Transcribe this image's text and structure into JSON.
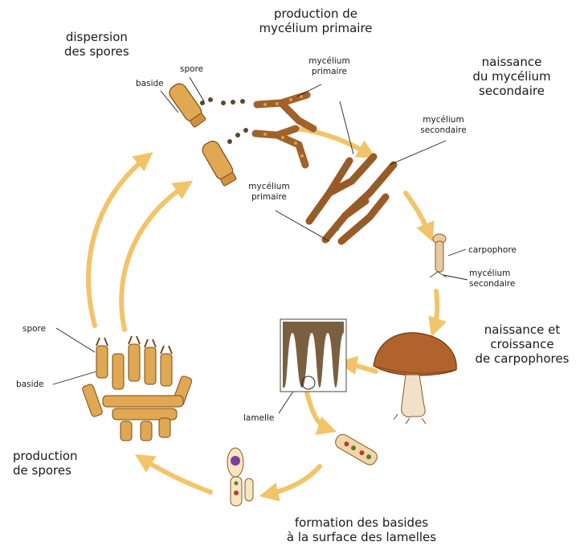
{
  "stages": {
    "dispersion": "dispersion\ndes spores",
    "primary": "production de\nmycélium primaire",
    "secondary": "naissance\ndu mycélium\nsecondaire",
    "carpophore": "naissance et\ncroissance\nde carpophores",
    "basides": "formation des basides\nà la surface des lamelles",
    "spores": "production\nde spores"
  },
  "labels": {
    "spore_top": "spore",
    "baside_top": "baside",
    "myc_primaire_top": "mycélium\nprimaire",
    "myc_primaire_mid": "mycélium\nprimaire",
    "myc_secondaire_top": "mycélium\nsecondaire",
    "carpophore": "carpophore",
    "myc_secondaire_bottom": "mycélium\nsecondaire",
    "lamelle": "lamelle",
    "spore_left": "spore",
    "baside_left": "baside"
  },
  "colors": {
    "arrow": "#f2c46a",
    "fungus": "#d9a14a",
    "fungus_dark": "#8a5a22",
    "cap": "#b0642c",
    "hypha_dot": "#5a7a3a",
    "nucleus_red": "#c0392b",
    "nucleus_purple": "#7b3fa0"
  }
}
